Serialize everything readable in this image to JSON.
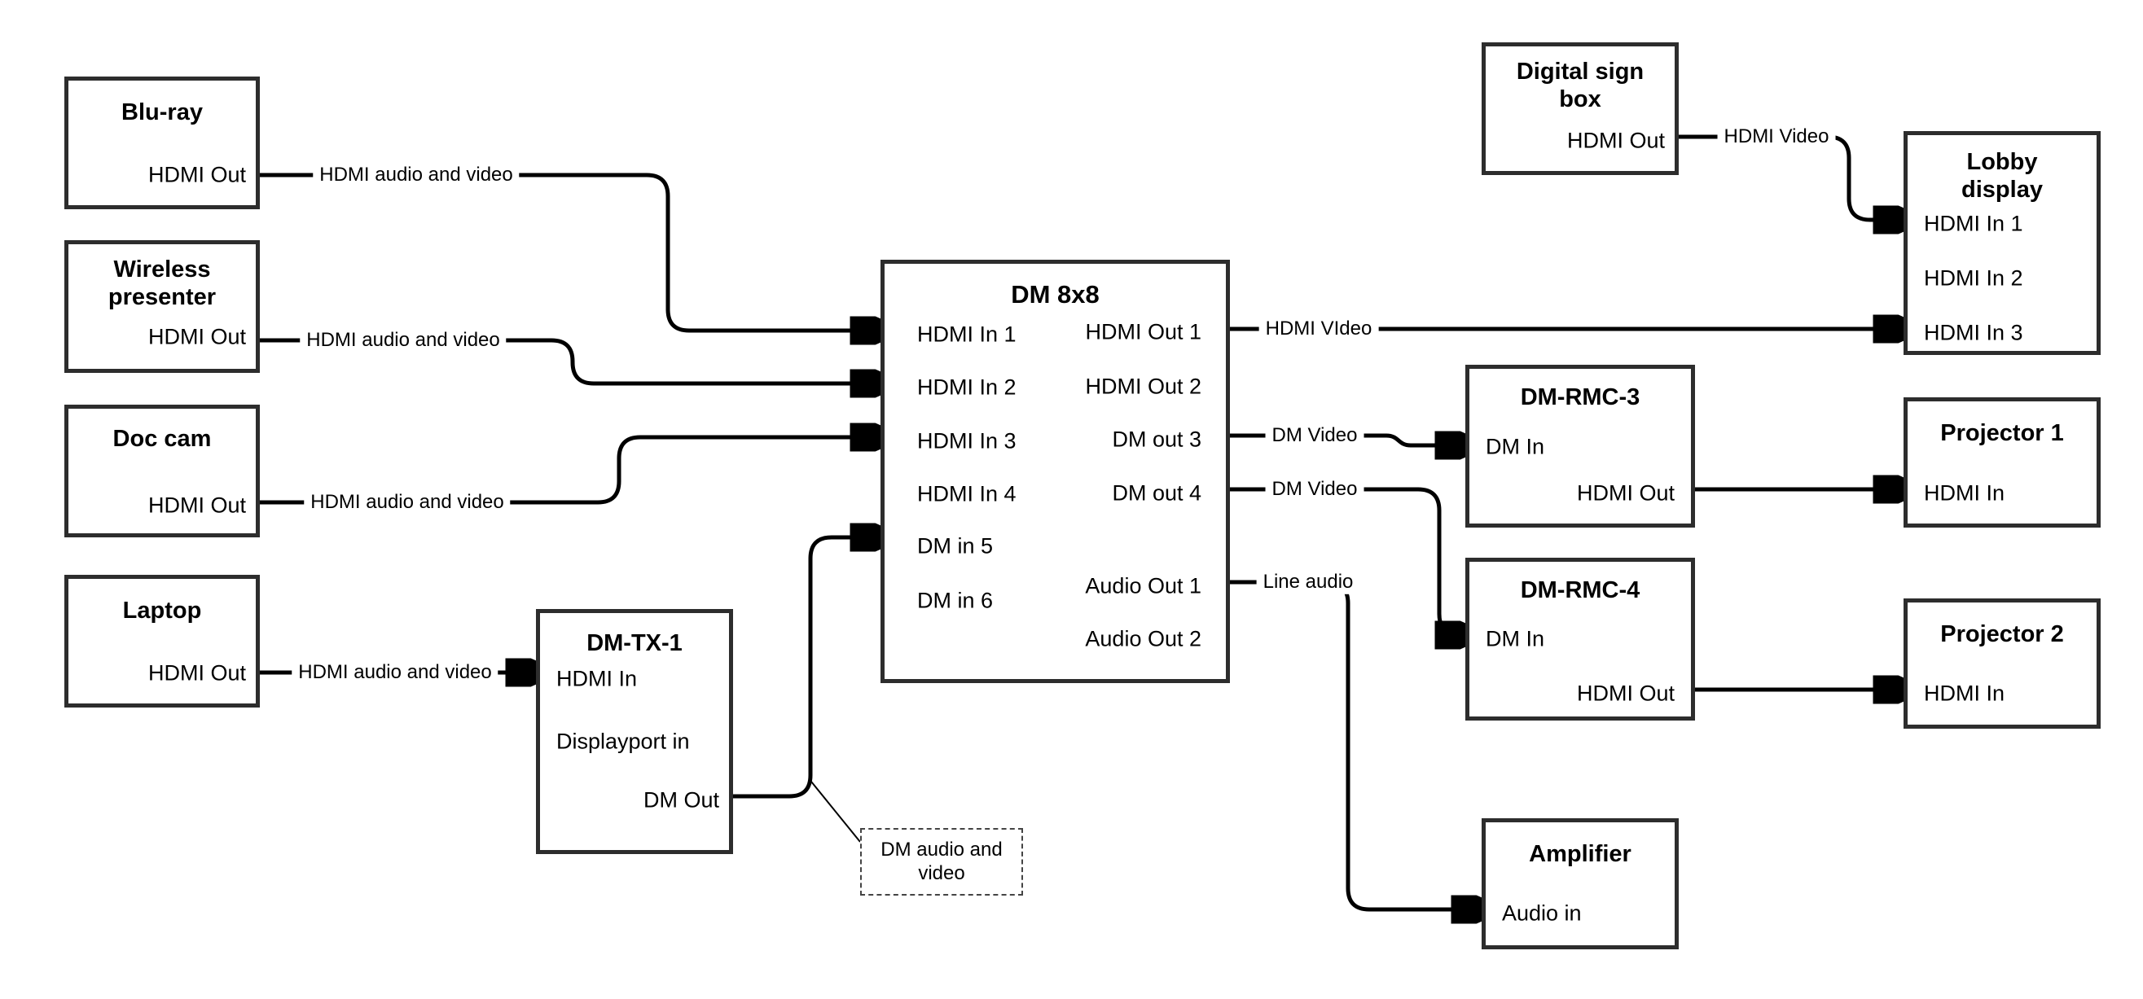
{
  "colors": {
    "wire": "#000000",
    "border": "#2d2d2d",
    "bg": "#ffffff",
    "text": "#000000"
  },
  "nodes": {
    "bluray": {
      "title": "Blu-ray",
      "ports": {
        "hdmi_out": "HDMI Out"
      }
    },
    "wireless": {
      "title": "Wireless presenter",
      "ports": {
        "hdmi_out": "HDMI Out"
      }
    },
    "doccam": {
      "title": "Doc cam",
      "ports": {
        "hdmi_out": "HDMI Out"
      }
    },
    "laptop": {
      "title": "Laptop",
      "ports": {
        "hdmi_out": "HDMI Out"
      }
    },
    "dmtx1": {
      "title": "DM-TX-1",
      "ports": {
        "hdmi_in": "HDMI In",
        "displayport_in": "Displayport in",
        "dm_out": "DM Out"
      }
    },
    "dm8x8": {
      "title": "DM 8x8",
      "ports": {
        "hdmi_in_1": "HDMI In 1",
        "hdmi_in_2": "HDMI In 2",
        "hdmi_in_3": "HDMI In 3",
        "hdmi_in_4": "HDMI In 4",
        "dm_in_5": "DM in 5",
        "dm_in_6": "DM in 6",
        "hdmi_out_1": "HDMI Out 1",
        "hdmi_out_2": "HDMI Out 2",
        "dm_out_3": "DM out 3",
        "dm_out_4": "DM out 4",
        "audio_out_1": "Audio Out 1",
        "audio_out_2": "Audio Out 2"
      }
    },
    "digisign": {
      "title": "Digital sign box",
      "ports": {
        "hdmi_out": "HDMI Out"
      }
    },
    "lobby": {
      "title": "Lobby display",
      "ports": {
        "hdmi_in_1": "HDMI In 1",
        "hdmi_in_2": "HDMI In 2",
        "hdmi_in_3": "HDMI In 3"
      }
    },
    "dmrmc3": {
      "title": "DM-RMC-3",
      "ports": {
        "dm_in": "DM In",
        "hdmi_out": "HDMI Out"
      }
    },
    "proj1": {
      "title": "Projector 1",
      "ports": {
        "hdmi_in": "HDMI In"
      }
    },
    "dmrmc4": {
      "title": "DM-RMC-4",
      "ports": {
        "dm_in": "DM In",
        "hdmi_out": "HDMI Out"
      }
    },
    "proj2": {
      "title": "Projector 2",
      "ports": {
        "hdmi_in": "HDMI In"
      }
    },
    "amplifier": {
      "title": "Amplifier",
      "ports": {
        "audio_in": "Audio in"
      }
    }
  },
  "wire_labels": {
    "bluray": "HDMI audio and video",
    "wireless": "HDMI audio and video",
    "doccam": "HDMI audio and video",
    "laptop": "HDMI audio and video",
    "hdmi_out1": "HDMI VIdeo",
    "dm_out3": "DM Video",
    "dm_out4": "DM Video",
    "audio_out1": "Line audio",
    "digisign": "HDMI Video"
  },
  "annotation": {
    "dm_audio_video": "DM audio and video"
  }
}
